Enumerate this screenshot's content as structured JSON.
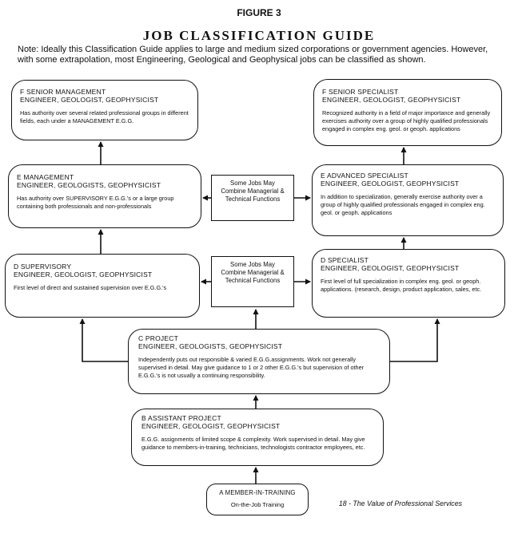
{
  "figure_label": "FIGURE 3",
  "title": "JOB CLASSIFICATION GUIDE",
  "note": "Note: Ideally this Classification Guide applies to large and medium sized corporations or government agencies. However, with some extrapolation, most Engineering, Geological and Geophysical jobs can be classified as shown.",
  "boxes": {
    "f_mgmt": {
      "level": "F SENIOR MANAGEMENT",
      "roles": "ENGINEER, GEOLOGIST, GEOPHYSICIST",
      "desc": "Has authority over several related professional groups in different fields, each under a MANAGEMENT E.G.G."
    },
    "e_mgmt": {
      "level": "E MANAGEMENT",
      "roles": "ENGINEER, GEOLOGISTS, GEOPHYSICIST",
      "desc": "Has authority over SUPERVISORY E.G.G.'s or a large group containing both professionals and non-professionals"
    },
    "d_sup": {
      "level": "D SUPERVISORY",
      "roles": "ENGINEER, GEOLOGIST, GEOPHYSICIST",
      "desc": "First level of direct and sustained supervision over E.G.G.'s"
    },
    "f_spec": {
      "level": "F SENIOR SPECIALIST",
      "roles": "ENGINEER, GEOLOGIST, GEOPHYSICIST",
      "desc": "Recognized authority in a field of major importance and generally exercises authority over a group of highly qualified professionals engaged in complex eng. geol. or geoph. applications"
    },
    "e_spec": {
      "level": "E ADVANCED SPECIALIST",
      "roles": "ENGINEER, GEOLOGIST, GEOPHYSICIST",
      "desc": "In addition to specialization, generally exercise authority over a group of highly qualified professionals engaged in complex eng. geol. or geoph. applications"
    },
    "d_spec": {
      "level": "D SPECIALIST",
      "roles": "ENGINEER, GEOLOGIST, GEOPHYSICIST",
      "desc": "First level of full specialization in complex eng. geol. or geoph. applications. (research, design, product application, sales, etc."
    },
    "c_proj": {
      "level": "C PROJECT",
      "roles": "ENGINEER, GEOLOGISTS, GEOPHYSICIST",
      "desc": "Independently puts out responsible & varied E.G.G.assignments. Work not generally supervised in detail. May give guidance to 1 or 2 other E.G.G.'s but supervision of other E.G.G.'s is not usually a continuing responsibility."
    },
    "b_asst": {
      "level": "B ASSISTANT PROJECT",
      "roles": "ENGINEER, GEOLOGIST, GEOPHYSICIST",
      "desc": "E.G.G. assignments of limited scope & complexity. Work supervised in detail. May give guidance to members-in-training, technicians, technologists contractor employees, etc."
    },
    "a_mit": {
      "level": "A MEMBER-IN-TRAINING",
      "desc": "On-the-Job Training"
    }
  },
  "combine_note": "Some Jobs May Combine Managerial & Technical Functions",
  "footer": "18 - The Value of Professional Services"
}
